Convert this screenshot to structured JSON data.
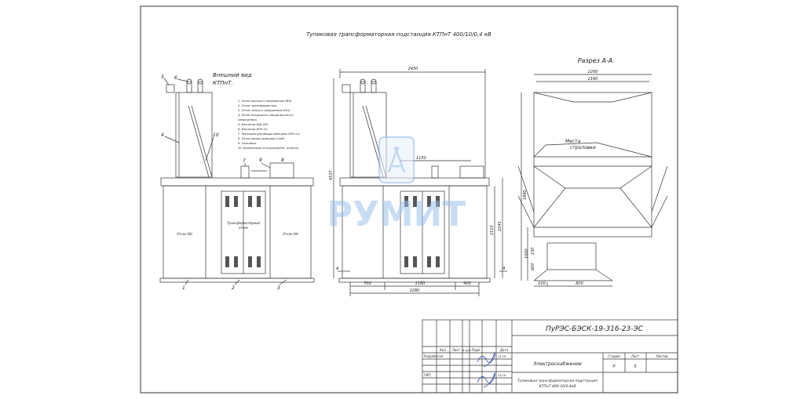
{
  "drawing": {
    "title": "Тупиковая трансформаторная подстанция КТПнТ 400/10/0,4 кВ",
    "view_label_line1": "Внешний вид",
    "view_label_line2": "КТПнТ.",
    "section_title": "Разрез А-А",
    "legend": [
      "1. Отсек высокого напряжения (ВН)",
      "2. Отсек трансформатора",
      "3. Отсек низкого напряжения (НН)",
      "4. Отсек воздушного ввода высокого",
      "напряжения.",
      "5. Изолятор ШФ-20Г.",
      "6. Изолятор ИПУ-10.",
      "7. Проходка для ввода проводов СИП-4-х.",
      "8. Отсек ввода проводов 0,4кВ.",
      "9. Сальники.",
      "10. Крепежный угол (раскрепн. штанги)."
    ],
    "callouts": [
      "5",
      "6",
      "4",
      "10",
      "7",
      "9",
      "8",
      "1",
      "2",
      "3"
    ],
    "compartment_labels": {
      "hv": "Отсек ВН",
      "tr_line1": "Трансформаторный",
      "tr_line2": "отсек",
      "lv": "Отсек НН"
    },
    "side_view_dims": {
      "overall_width": "2450",
      "roof_width": "1150",
      "overall_height": "4537",
      "body_height": "2110",
      "total_height": "2245",
      "bottom_left": "700",
      "bottom_mid": "1180",
      "bottom_right": "400",
      "bottom_total": "2280",
      "section_mark": "А"
    },
    "section_dims": {
      "top_outer": "2200",
      "top_inner": "2160",
      "height_main": "1880",
      "height_a": "1000",
      "height_b": "230",
      "height_c": "600",
      "bottom_left": "220",
      "bottom_right": "800",
      "sling_label_line1": "Места",
      "sling_label_line2": "строповки"
    },
    "watermark": "РУМИТ"
  },
  "title_block": {
    "doc_code": "ПуРЭС-БЭСК-19-316-23-ЭС",
    "section_name": "Электроснабжение",
    "description_line1": "Тупиковая трансформаторная подстанция",
    "description_line2": "КТПнТ-400-10/0,4кВ",
    "col_headers": [
      "Кол",
      "Лист",
      "№ док",
      "Подп",
      "Дата"
    ],
    "developer_label": "Разработал",
    "gip_label": "ГИП",
    "date1": "12.19",
    "date2": "12.19",
    "stage_header": "Стадия",
    "sheet_header": "Лист",
    "sheets_header": "Листов",
    "stage_value": "Р",
    "sheet_value": "5",
    "sheets_value": ""
  }
}
